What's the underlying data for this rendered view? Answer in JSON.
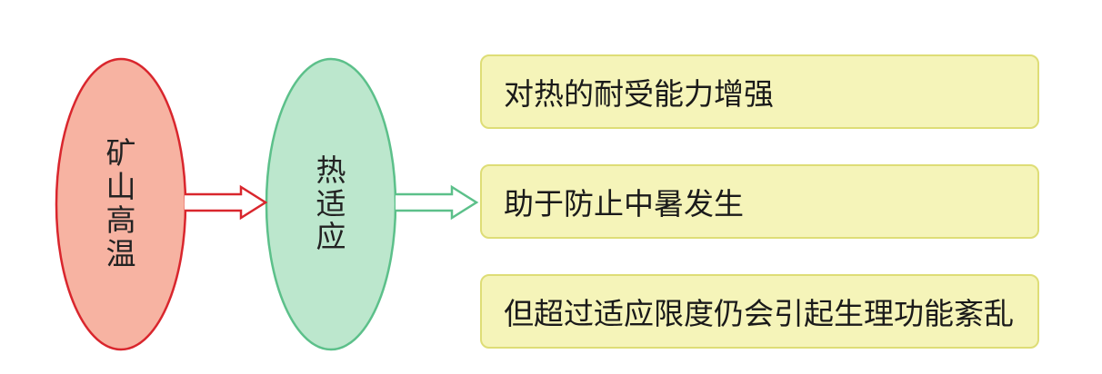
{
  "nodes": {
    "source": {
      "chars": [
        "矿",
        "山",
        "高",
        "温"
      ],
      "fill": "#f7b3a2",
      "stroke": "#d9262d"
    },
    "middle": {
      "chars": [
        "热",
        "适",
        "应"
      ],
      "fill": "#bce7cd",
      "stroke": "#5cc08a"
    }
  },
  "arrows": {
    "first": {
      "color": "#d9262d"
    },
    "second": {
      "color": "#5cc08a"
    }
  },
  "outcomes": [
    "对热的耐受能力增强",
    "助于防止中暑发生",
    "但超过适应限度仍会引起生理功能紊乱"
  ],
  "outcome_style": {
    "fill": "#f5f4b9",
    "stroke": "#dedd76"
  }
}
